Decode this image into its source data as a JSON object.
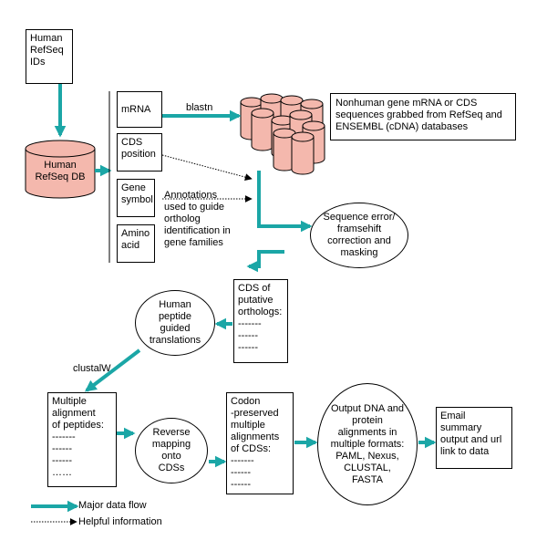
{
  "colors": {
    "flow": "#1ba6a6",
    "db_fill": "#f4b8ad",
    "stroke": "#000000"
  },
  "nodes": {
    "refseq_ids": "Human\nRefSeq\nIDs",
    "refseq_db": "Human\nRefSeq DB",
    "mrna": "mRNA",
    "cds_position": "CDS\nposition",
    "gene_symbol": "Gene\nsymbol",
    "amino_acid": "Amino\nacid",
    "annotation_note": "Annotations\nused to guide\northolog\nidentification in\ngene families",
    "blastn": "blastn",
    "nonhuman_note": "Nonhuman gene mRNA or CDS\nsequences grabbed from RefSeq and\nENSEMBL (cDNA) databases",
    "seq_error": "Sequence error/\nframsehift\ncorrection and\nmasking",
    "cds_orthologs": "CDS of\nputative\northologs:",
    "cds_orthologs_dashes": [
      "-------",
      "------",
      "------"
    ],
    "peptide_translation": "Human\npeptide\nguided\ntranslations",
    "clustalw": "clustalW",
    "multiple_alignment": "Multiple\nalignment\nof peptides:",
    "multiple_alignment_dashes": [
      "-------",
      "------",
      "------",
      "……"
    ],
    "reverse_mapping": "Reverse\nmapping\nonto\nCDSs",
    "codon_preserved": "Codon\n-preserved\nmultiple\nalignments\nof CDSs:",
    "codon_preserved_dashes": [
      "-------",
      "------",
      "------"
    ],
    "output_formats": "Output DNA and\nprotein\nalignments in\nmultiple formats:\nPAML, Nexus,\nCLUSTAL,\nFASTA",
    "email_summary": "Email\nsummary\noutput and url\nlink to data"
  },
  "legend": {
    "major": "Major data flow",
    "helpful": "Helpful information"
  }
}
